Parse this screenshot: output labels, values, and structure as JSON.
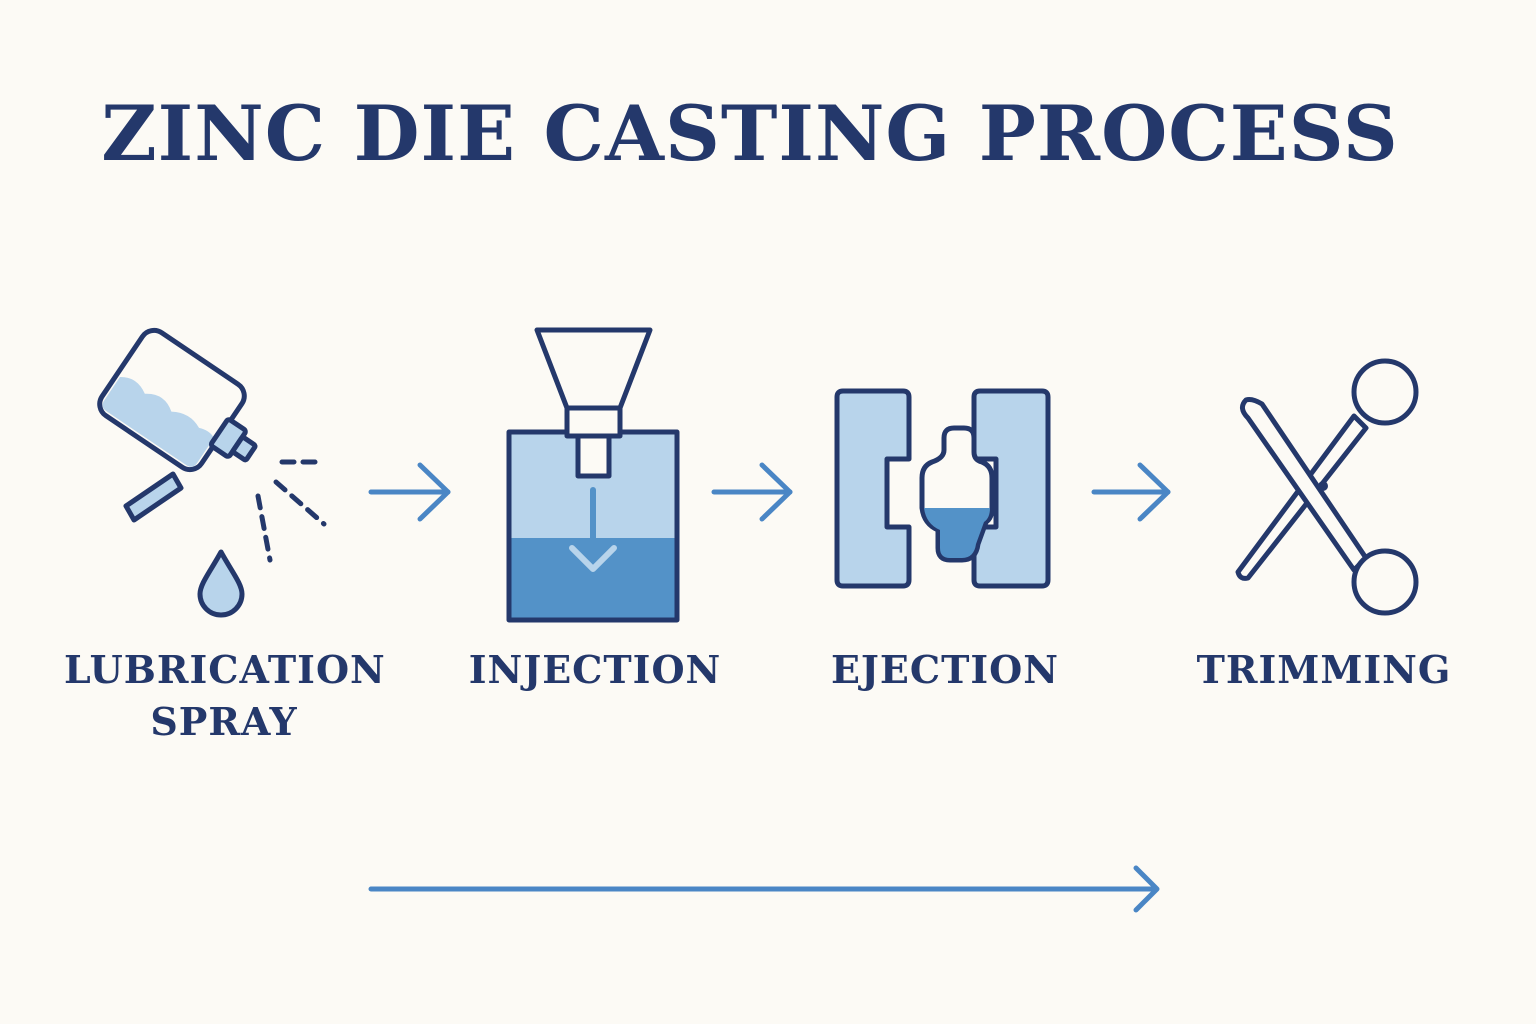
{
  "title": "ZINC DIE CASTING PROCESS",
  "colors": {
    "outline": "#24386b",
    "light_blue": "#b8d4eb",
    "medium_blue": "#5392c8",
    "arrow_blue": "#4a86c5",
    "background": "#fcfaf5"
  },
  "steps": [
    {
      "icon": "spray-bottle-icon",
      "label_line1": "LUBRICATION",
      "label_line2": "SPRAY"
    },
    {
      "icon": "injection-hopper-icon",
      "label_line1": "INJECTION"
    },
    {
      "icon": "die-mold-icon",
      "label_line1": "EJECTION"
    },
    {
      "icon": "scissors-icon",
      "label_line1": "TRIMMING"
    }
  ]
}
